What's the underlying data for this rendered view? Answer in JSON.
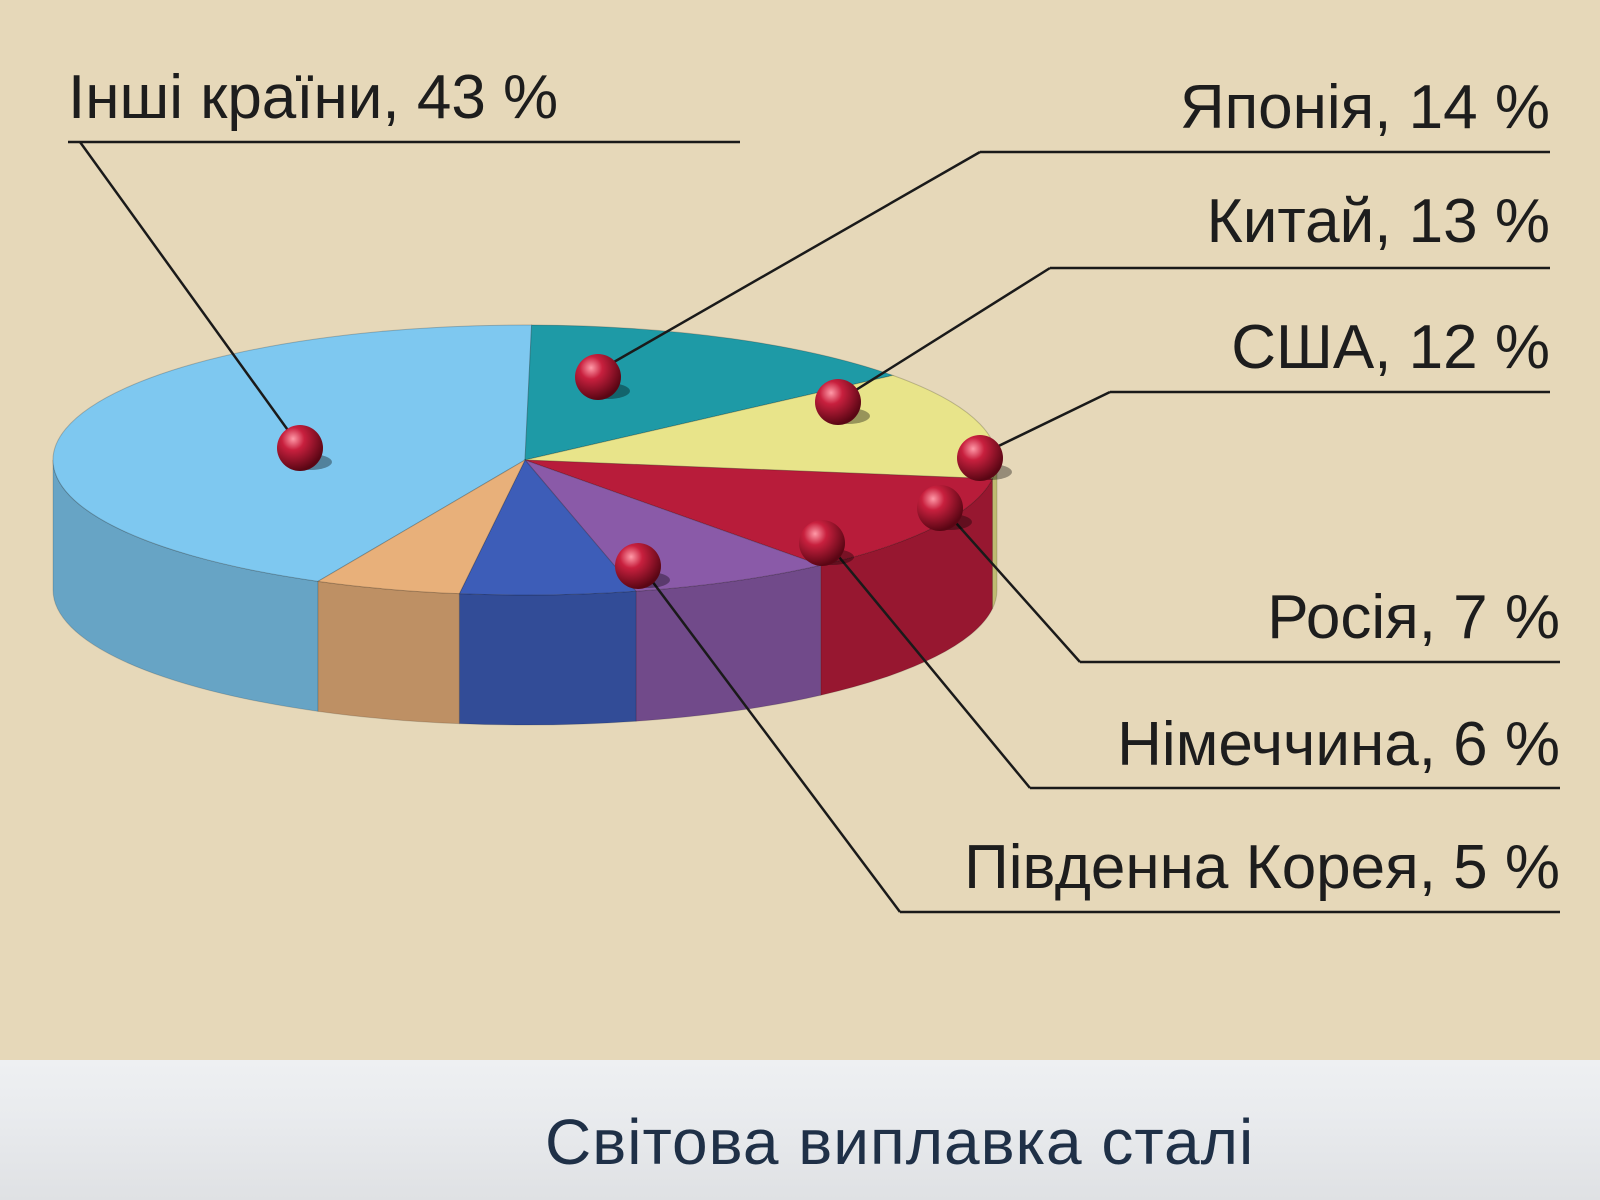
{
  "chart_data": {
    "type": "pie",
    "title": "Світова виплавка сталі",
    "slices": [
      {
        "name": "Інші країни",
        "value": 43,
        "label": "Інші країни, 43 %",
        "color": "#7ec8f0"
      },
      {
        "name": "Японія",
        "value": 14,
        "label": "Японія, 14 %",
        "color": "#1e9aa6"
      },
      {
        "name": "Китай",
        "value": 13,
        "label": "Китай, 13 %",
        "color": "#e8e48a"
      },
      {
        "name": "США",
        "value": 12,
        "label": "США, 12 %",
        "color": "#b81c3a"
      },
      {
        "name": "Росія",
        "value": 7,
        "label": "Росія, 7 %",
        "color": "#8a5aa8"
      },
      {
        "name": "Німеччина",
        "value": 6,
        "label": "Німеччина, 6 %",
        "color": "#3d5db8"
      },
      {
        "name": "Південна Корея",
        "value": 5,
        "label": "Південна Корея, 5 %",
        "color": "#e8b07a"
      }
    ],
    "legend": "callout labels",
    "style": "3D pie with red marker beads"
  }
}
